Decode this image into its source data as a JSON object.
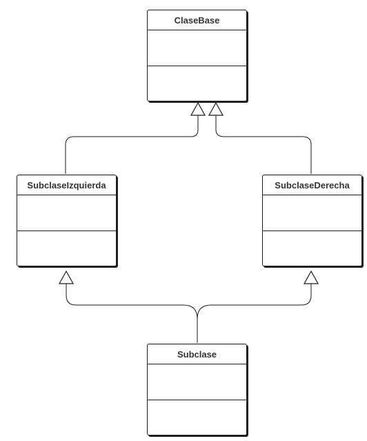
{
  "diagram": {
    "classes": [
      {
        "id": "base",
        "name": "ClaseBase"
      },
      {
        "id": "left",
        "name": "SubclaseIzquierda"
      },
      {
        "id": "right",
        "name": "SubclaseDerecha"
      },
      {
        "id": "child",
        "name": "Subclase"
      }
    ],
    "relations": [
      {
        "type": "generalization",
        "from": "left",
        "to": "base"
      },
      {
        "type": "generalization",
        "from": "right",
        "to": "base"
      },
      {
        "type": "generalization",
        "from": "child",
        "to": "left"
      },
      {
        "type": "generalization",
        "from": "child",
        "to": "right"
      }
    ],
    "colors": {
      "line": "#1a1a1a",
      "text": "#333333",
      "background": "#ffffff"
    }
  }
}
